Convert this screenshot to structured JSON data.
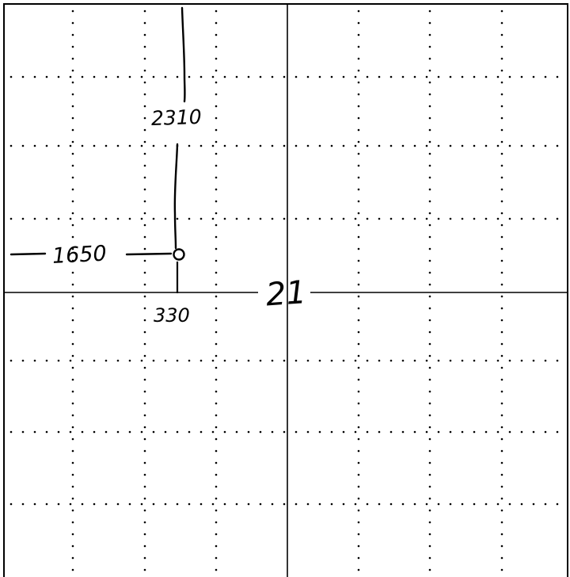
{
  "sheet": {
    "quadrant_label": "21",
    "line_color": "#000000",
    "dot_color": "#000000",
    "background": "#ffffff"
  },
  "annotations": {
    "top_value": "2310",
    "left_value": "1650",
    "bottom_value": "330"
  },
  "markers": {
    "point_icon": "circle-marker-icon"
  }
}
